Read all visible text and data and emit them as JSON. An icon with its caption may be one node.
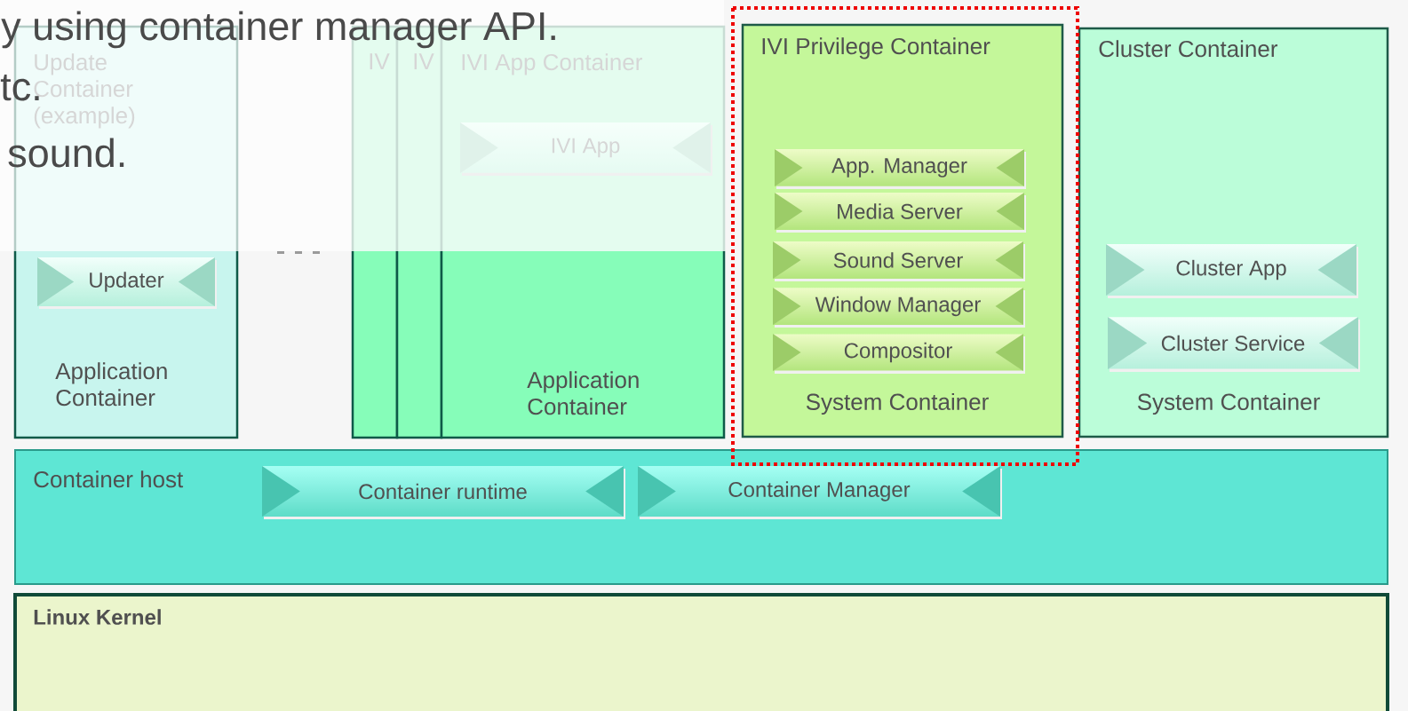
{
  "diagram": {
    "nodes": [
      {
        "text": [
          "Update Container (example)",
          "Application Container"
        ]
      },
      {
        "text": [
          "Updater"
        ],
        "in": 0
      },
      {
        "text": [
          "IV"
        ]
      },
      {
        "text": [
          "IV"
        ]
      },
      {
        "text": [
          "IVI App Container",
          "Application Container"
        ]
      },
      {
        "text": [
          "IVI App"
        ],
        "in": 4
      },
      {
        "text": [
          "IVI Privilege Container",
          "System Container"
        ]
      },
      {
        "text": [
          "App. Manager"
        ],
        "in": 6
      },
      {
        "text": [
          "Media Server"
        ],
        "in": 6
      },
      {
        "text": [
          "Sound Server"
        ],
        "in": 6
      },
      {
        "text": [
          "Window Manager"
        ],
        "in": 6
      },
      {
        "text": [
          "Compositor"
        ],
        "in": 6
      },
      {
        "text": [
          "Cluster Container",
          "System Container"
        ]
      },
      {
        "text": [
          "Cluster App"
        ],
        "in": 12
      },
      {
        "text": [
          "Cluster Service"
        ],
        "in": 12
      },
      {
        "text": [
          "Container host"
        ]
      },
      {
        "text": [
          "Container runtime"
        ],
        "in": 15
      },
      {
        "text": [
          "Container Manager"
        ],
        "in": 15
      },
      {
        "text": [
          "Linux Kernel"
        ]
      }
    ],
    "labels": [
      "y using container manager API.",
      "tc.",
      "sound."
    ]
  }
}
